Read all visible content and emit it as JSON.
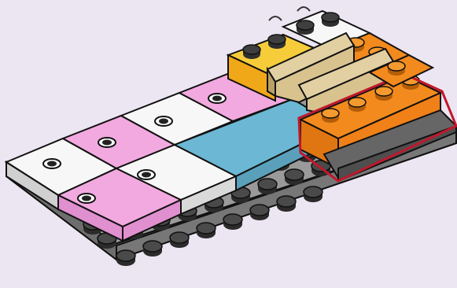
{
  "scene": {
    "kind": "brick-build-instruction-illustration",
    "background": "#ece5f2",
    "highlight_color": "#c0182c",
    "colors": {
      "baseplate_top": "#8e8e8e",
      "baseplate_side": "#6d6d6d",
      "stud": "#3f3f3f",
      "pink_tile": "#f2a9df",
      "white_tile": "#f7f7f7",
      "blue_tile": "#6bb7d4",
      "orange_brick": "#f28a1e",
      "yellow_brick": "#f5bf1d",
      "tan_slope": "#d8c28e",
      "dark_gray_plate": "#666666"
    },
    "parts": [
      {
        "name": "gray-baseplate",
        "color": "gray"
      },
      {
        "name": "white-tile",
        "color": "white"
      },
      {
        "name": "pink-tile",
        "color": "pink"
      },
      {
        "name": "blue-tile",
        "color": "blue"
      },
      {
        "name": "yellow-brick",
        "color": "yellow"
      },
      {
        "name": "tan-slope",
        "color": "tan"
      },
      {
        "name": "orange-brick-highlighted",
        "color": "orange"
      },
      {
        "name": "dark-gray-plate-highlighted",
        "color": "dark-gray"
      }
    ]
  }
}
